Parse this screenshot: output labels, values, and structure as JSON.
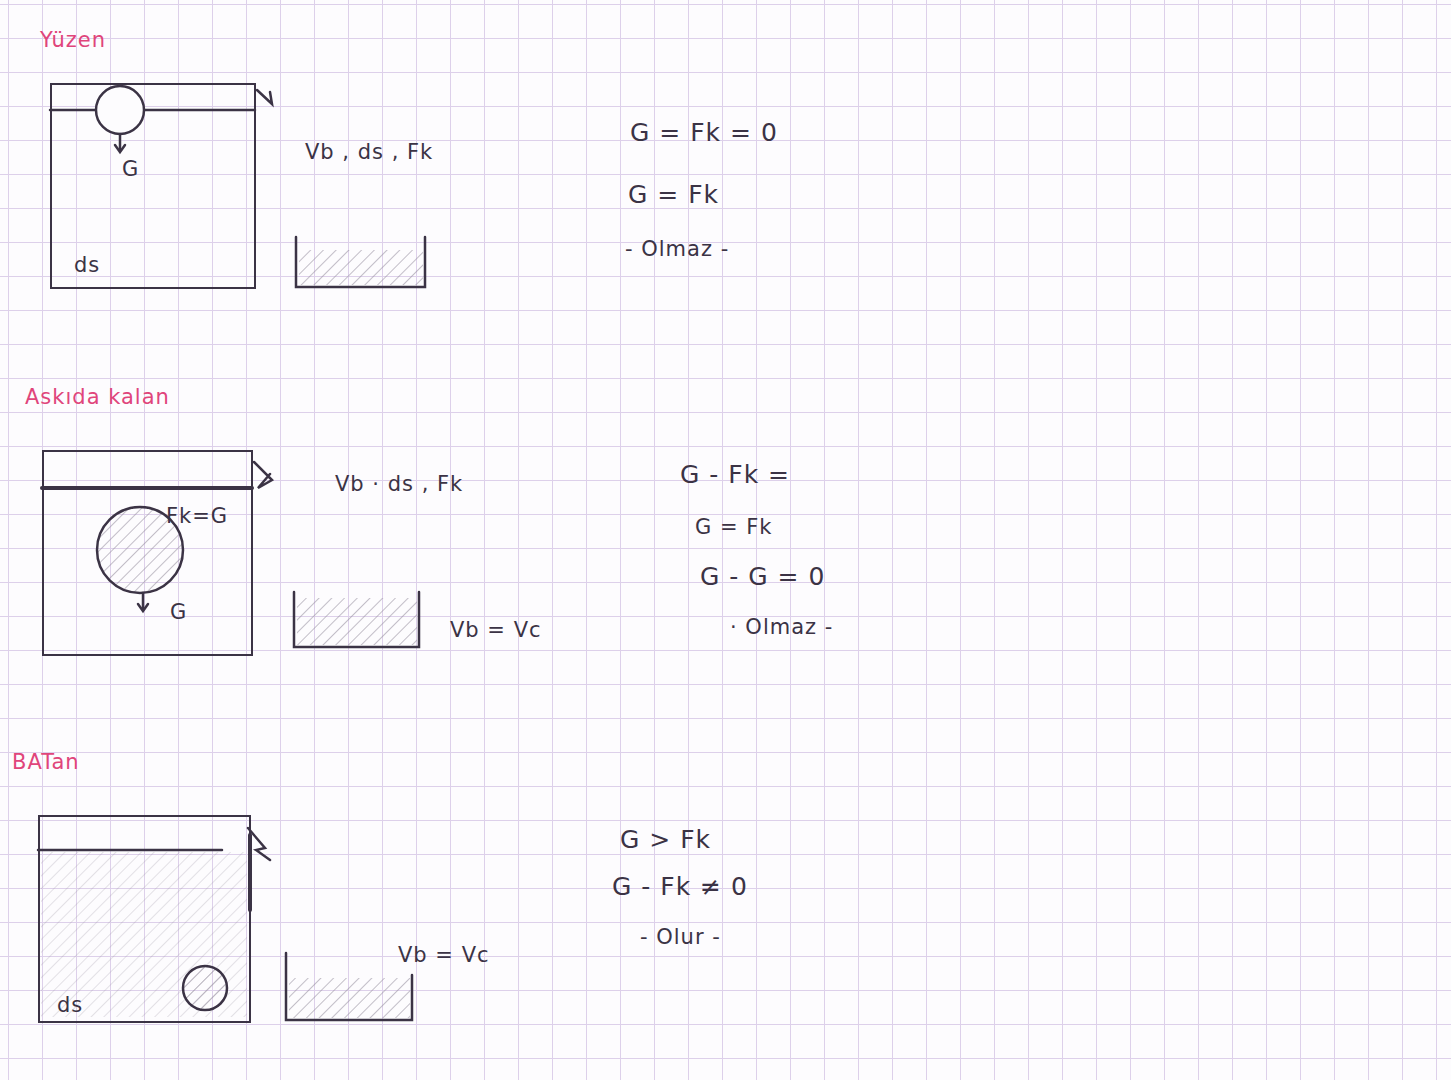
{
  "diagram": {
    "nodes": [
      {
        "text": [
          "G",
          "ds"
        ]
      },
      {
        "text": [
          "Fk=G",
          "G"
        ]
      },
      {
        "text": [
          "ds"
        ]
      }
    ],
    "labels": [
      "Yüzen",
      "Vb , ds , Fk",
      "G = Fk = 0",
      "G = Fk",
      "- Olmaz -",
      "Askıda kalan",
      "Vb · ds , Fk",
      "Vb = Vc",
      "G - Fk =",
      "G = Fk",
      "G - G = 0",
      "· Olmaz -",
      "BATan",
      "Vb = Vc",
      "G > Fk",
      "G - Fk ≠ 0",
      "- Olur -"
    ]
  }
}
